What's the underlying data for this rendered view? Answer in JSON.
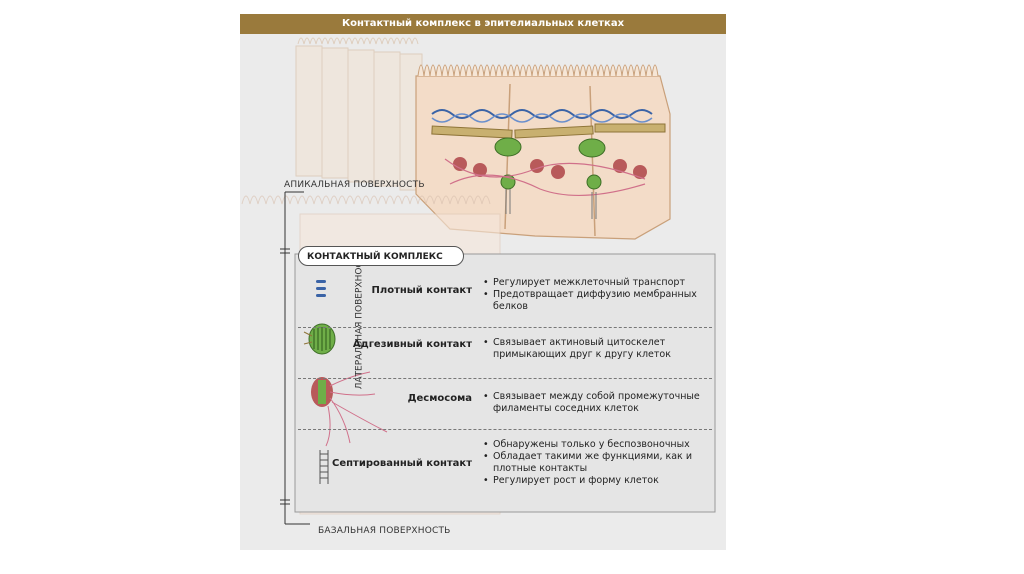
{
  "figure": {
    "title": "Контактный комплекс в эпителиальных клетках",
    "apical_surface": "АПИКАЛЬНАЯ ПОВЕРХНОСТЬ",
    "basal_surface": "БАЗАЛЬНАЯ ПОВЕРХНОСТЬ",
    "lateral_surface": "ЛАТЕРАЛЬНАЯ ПОВЕРХНОСТЬ",
    "complex_header": "КОНТАКТНЫЙ КОМПЛЕКС",
    "junctions": [
      {
        "name": "Плотный контакт",
        "icon": "tight-junction-icon",
        "points": [
          "Регулирует межклеточный транспорт",
          "Предотвращает диффузию мембранных белков"
        ]
      },
      {
        "name": "Адгезивный контакт",
        "icon": "adherens-junction-icon",
        "points": [
          "Связывает актиновый цитоскелет примыкающих друг к другу клеток"
        ]
      },
      {
        "name": "Десмосома",
        "icon": "desmosome-icon",
        "points": [
          "Связывает между собой промежуточные филаменты соседних клеток"
        ]
      },
      {
        "name": "Септированный контакт",
        "icon": "septate-junction-icon",
        "points": [
          "Обнаружены только у беспозвоночных",
          "Обладает такими же функциями, как и плотные контакты",
          "Регулирует рост и форму клеток"
        ]
      }
    ],
    "bullet": "•",
    "colors": {
      "title_bar": "#9a7a3c",
      "cell_fill": "#f3dcc8",
      "membrane": "#c9a07a",
      "tight_junction": "#3a63a6",
      "actin": "#5b9a3a",
      "desmosome": "#b85a5a",
      "filament": "#d0708a"
    }
  }
}
